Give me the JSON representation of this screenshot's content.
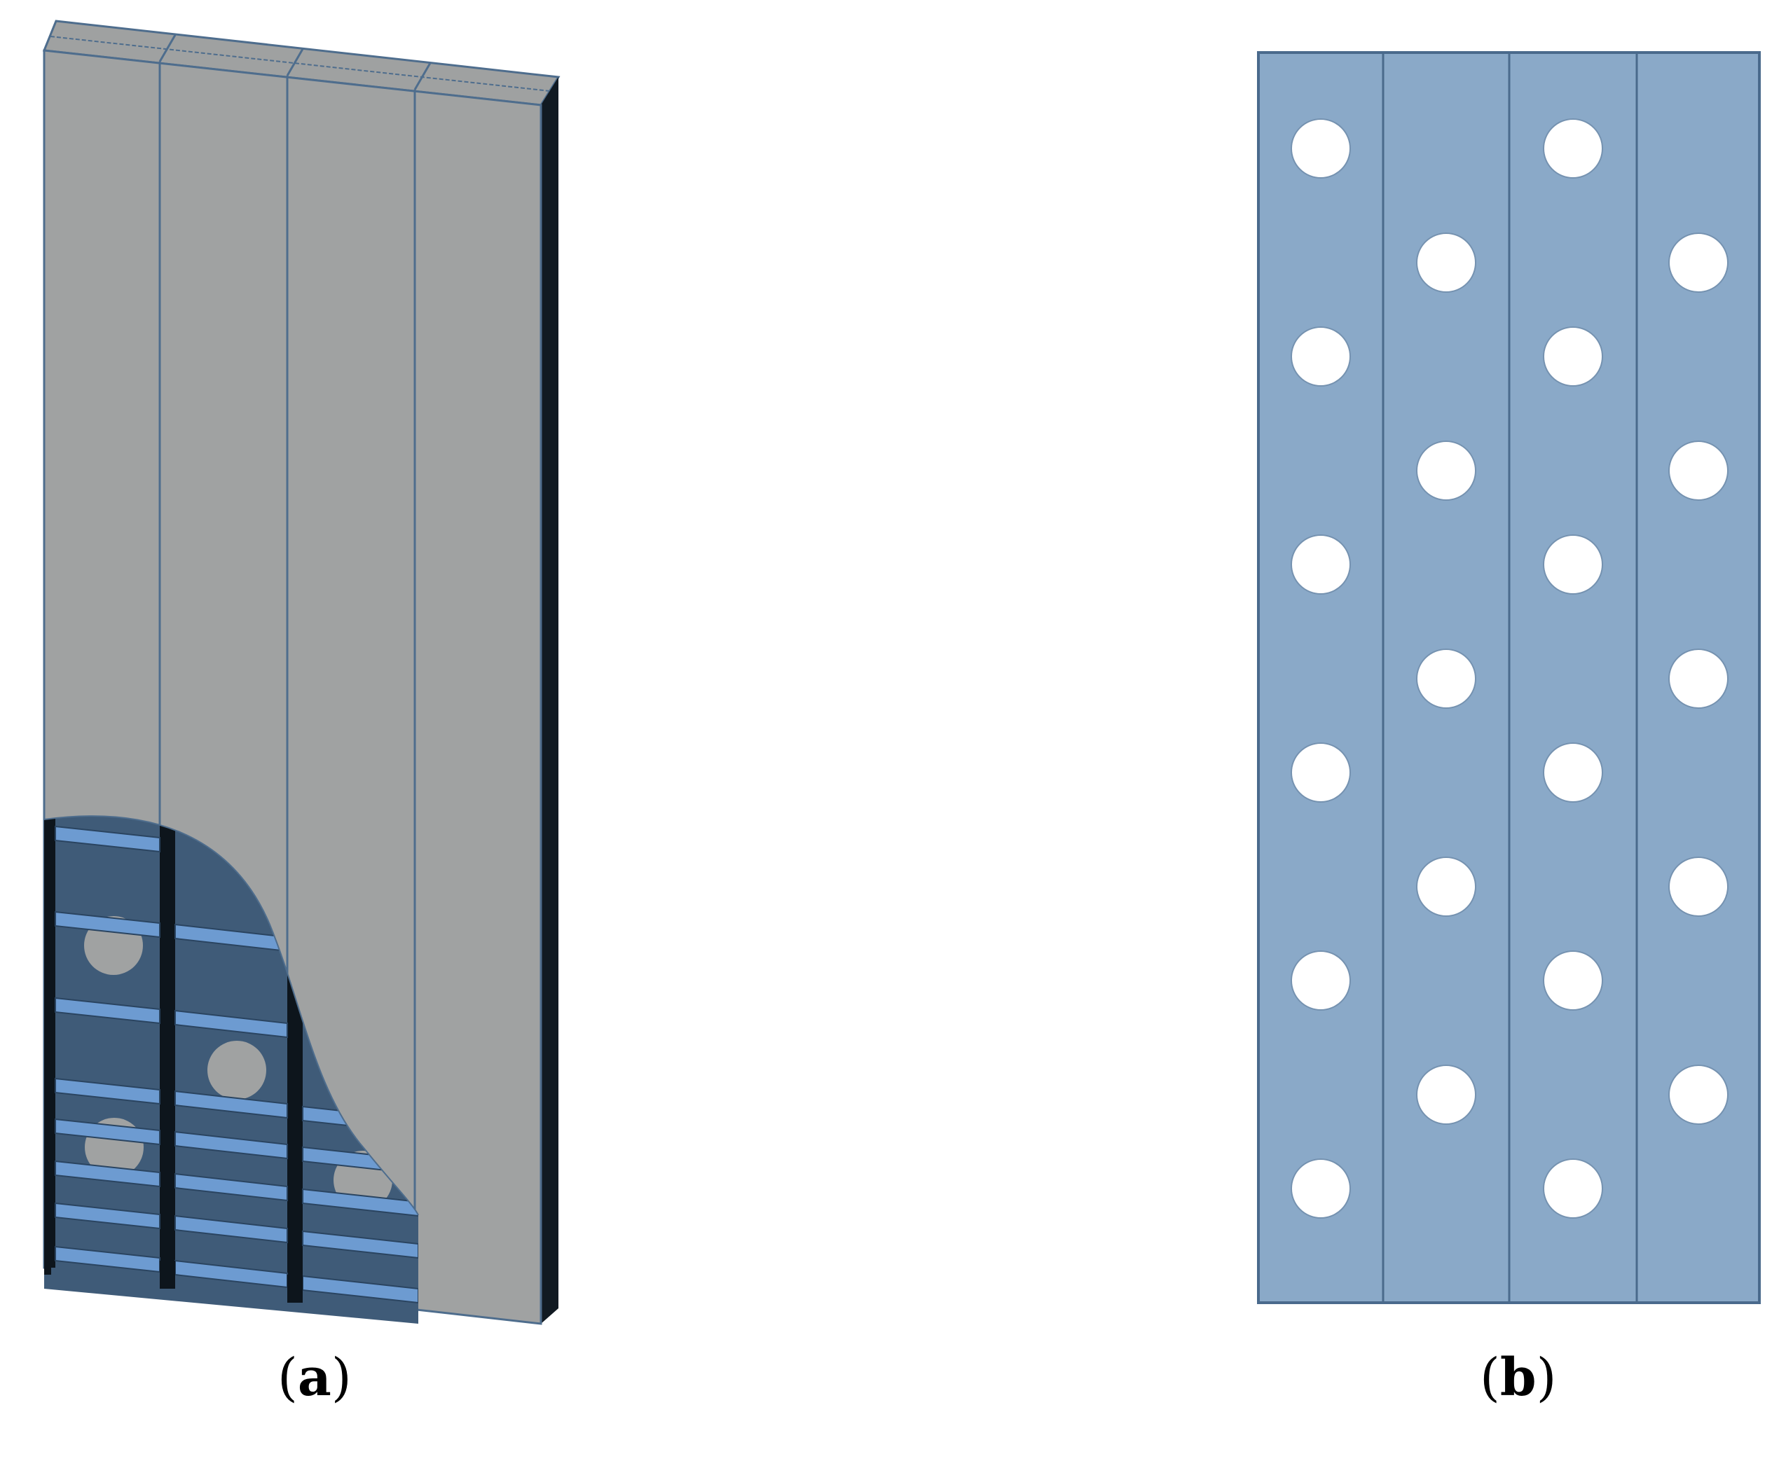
{
  "panels": [
    {
      "id": "a",
      "caption_open": "(",
      "caption_letter": "a",
      "caption_close": ")",
      "description_colors": {
        "face": "#a0a2a2",
        "top": "#9fa1a1",
        "side": "#111a22",
        "cutaway": "#3f5b78",
        "stiffener": "#6d9bd1"
      },
      "modules": 4
    },
    {
      "id": "b",
      "caption_open": "(",
      "caption_letter": "b",
      "caption_close": ")",
      "description_colors": {
        "panel": "#8aa9c8",
        "edge": "#4a6a8c",
        "hole": "#ffffff"
      },
      "columns": 4,
      "holes_per_column": [
        6,
        5,
        6,
        5
      ]
    }
  ]
}
